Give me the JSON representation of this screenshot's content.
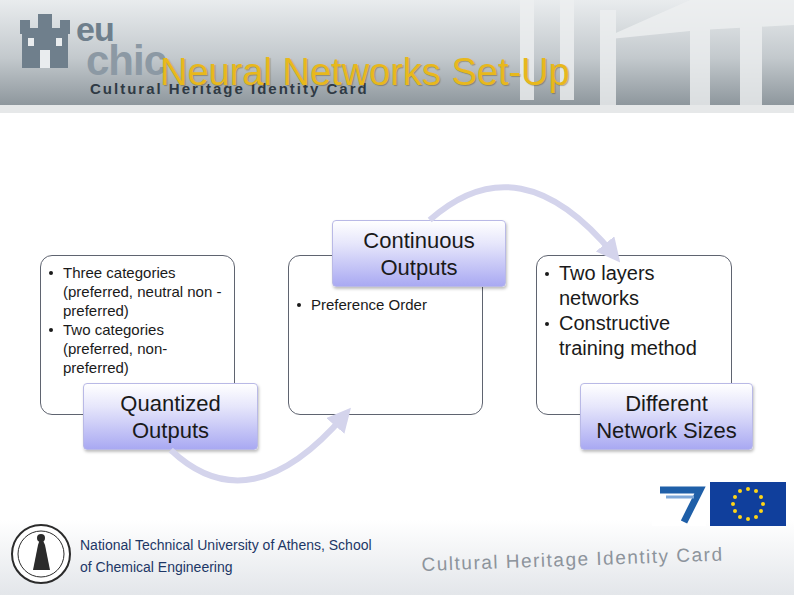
{
  "diagram": {
    "title": "Neural Networks Set-Up",
    "nodes": [
      {
        "text": [
          "Quantized Outputs",
          "Three categories (preferred, neutral non -preferred)",
          "Two categories (preferred, non-preferred)"
        ]
      },
      {
        "text": [
          "Continuous Outputs",
          "Preference Order"
        ]
      },
      {
        "text": [
          "Different Network Sizes",
          "Two layers networks",
          "Constructive training method"
        ]
      }
    ],
    "edges": [
      {
        "from": 0,
        "to": 1,
        "arrow": "to"
      },
      {
        "from": 1,
        "to": 2,
        "arrow": "to"
      }
    ],
    "labels": [
      "eu",
      "chic",
      "Cultural Heritage Identity Card",
      "National Technical University of Athens, School of Chemical Engineering",
      "Cultural Heritage Identity Card"
    ]
  }
}
